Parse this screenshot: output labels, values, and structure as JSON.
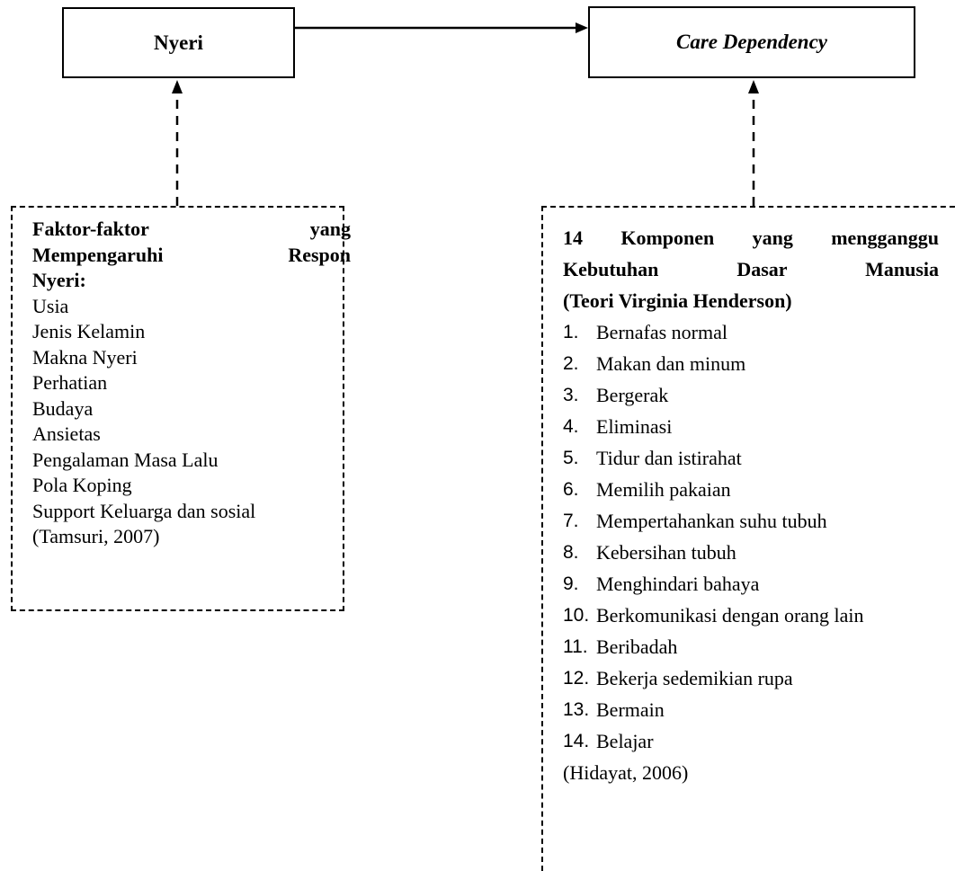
{
  "nodes": {
    "nyeri": "Nyeri",
    "care_dependency": "Care Dependency"
  },
  "factors": {
    "heading_line1": "Faktor-faktor yang",
    "heading_line2": "Mempengaruhi Respon",
    "heading_line3": "Nyeri:",
    "items": [
      "Usia",
      "Jenis Kelamin",
      "Makna Nyeri",
      "Perhatian",
      "Budaya",
      "Ansietas",
      "Pengalaman Masa Lalu",
      "Pola Koping",
      "Support Keluarga dan sosial"
    ],
    "citation": "(Tamsuri, 2007)"
  },
  "components": {
    "heading_line1": "14 Komponen yang mengganggu",
    "heading_line2": "Kebutuhan Dasar Manusia",
    "heading_line3": "(Teori Virginia Henderson)",
    "items": [
      {
        "num": "1.",
        "label": "Bernafas normal"
      },
      {
        "num": "2.",
        "label": "Makan dan minum"
      },
      {
        "num": "3.",
        "label": "Bergerak"
      },
      {
        "num": "4.",
        "label": "Eliminasi"
      },
      {
        "num": "5.",
        "label": "Tidur dan istirahat"
      },
      {
        "num": "6.",
        "label": "Memilih pakaian"
      },
      {
        "num": "7.",
        "label": "Mempertahankan suhu tubuh"
      },
      {
        "num": "8.",
        "label": "Kebersihan tubuh"
      },
      {
        "num": "9.",
        "label": "Menghindari bahaya"
      },
      {
        "num": "10.",
        "label": "Berkomunikasi dengan orang lain"
      },
      {
        "num": "11.",
        "label": "Beribadah"
      },
      {
        "num": "12.",
        "label": "Bekerja sedemikian rupa"
      },
      {
        "num": "13.",
        "label": "Bermain"
      },
      {
        "num": "14.",
        "label": "Belajar"
      }
    ],
    "citation": "(Hidayat, 2006)"
  }
}
